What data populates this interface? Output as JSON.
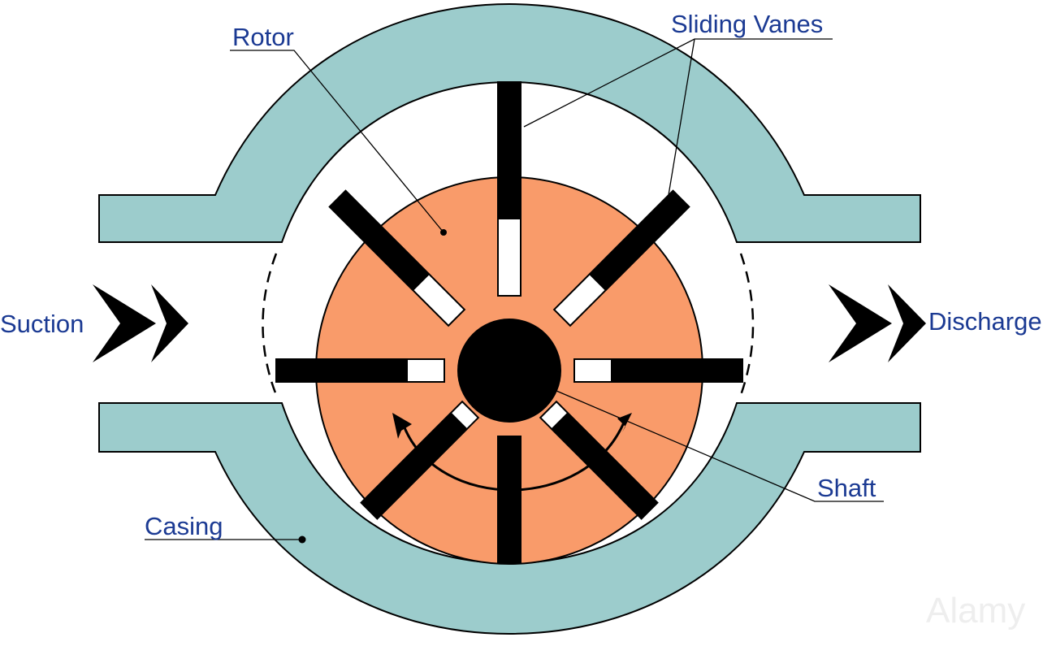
{
  "labels": {
    "rotor": "Rotor",
    "sliding_vanes": "Sliding Vanes",
    "suction": "Suction",
    "discharge": "Discharge",
    "shaft": "Shaft",
    "casing": "Casing"
  },
  "watermark": "Alamy",
  "colors": {
    "casing": "#9ccccc",
    "rotor": "#f99b6a",
    "vane": "#000000",
    "vane_tip": "#ffffff",
    "label_text": "#1b3a93",
    "outline": "#000000"
  },
  "icons": {
    "suction_arrow": "double-chevron-right",
    "discharge_arrow": "double-chevron-right",
    "rotation_arrow": "curved-double-arrow"
  },
  "vane_count": 8
}
